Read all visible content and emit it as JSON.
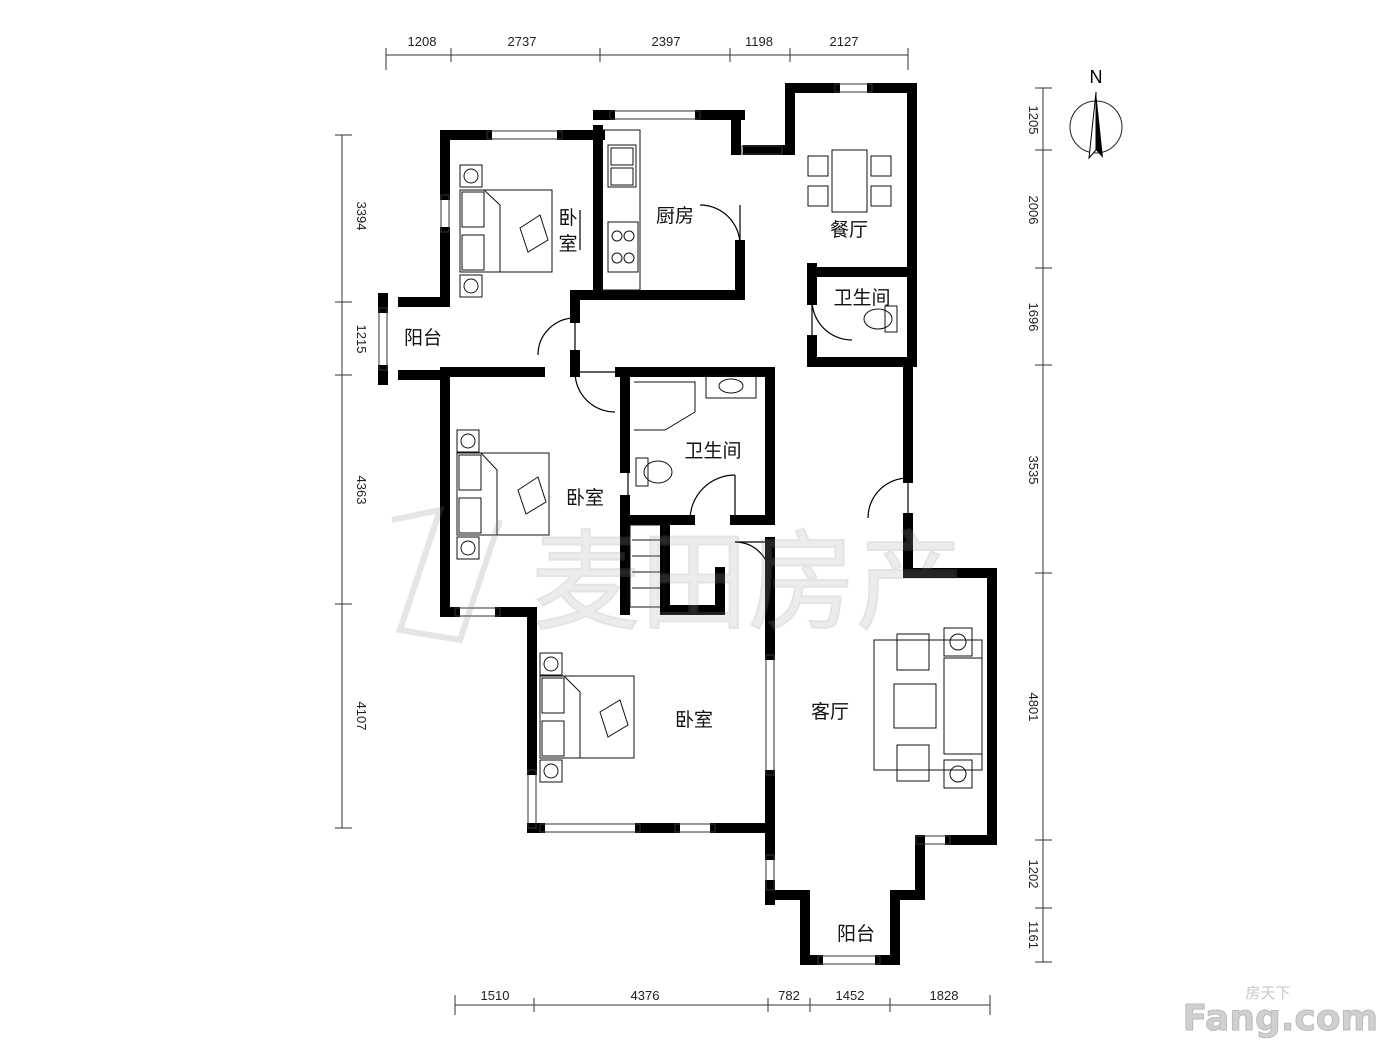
{
  "dimensions": {
    "top": [
      "1208",
      "2737",
      "2397",
      "1198",
      "2127"
    ],
    "bottom": [
      "1510",
      "4376",
      "782",
      "1452",
      "1828"
    ],
    "left": [
      "3394",
      "1215",
      "4363",
      "4107"
    ],
    "right": [
      "1205",
      "2006",
      "1696",
      "3535",
      "4801",
      "1202",
      "1161"
    ]
  },
  "rooms": {
    "bedroom_top_char1": "卧",
    "bedroom_top_char2": "室",
    "kitchen": "厨房",
    "dining": "餐厅",
    "bath_small": "卫生间",
    "balcony_left": "阳台",
    "bath_main": "卫生间",
    "bedroom_mid": "卧室",
    "bedroom_bottom": "卧室",
    "living": "客厅",
    "balcony_bottom": "阳台"
  },
  "compass": {
    "label": "N"
  },
  "watermark": {
    "text": "麦田房产"
  },
  "logo": {
    "text": "房天下",
    "brand": "Fang.com"
  }
}
